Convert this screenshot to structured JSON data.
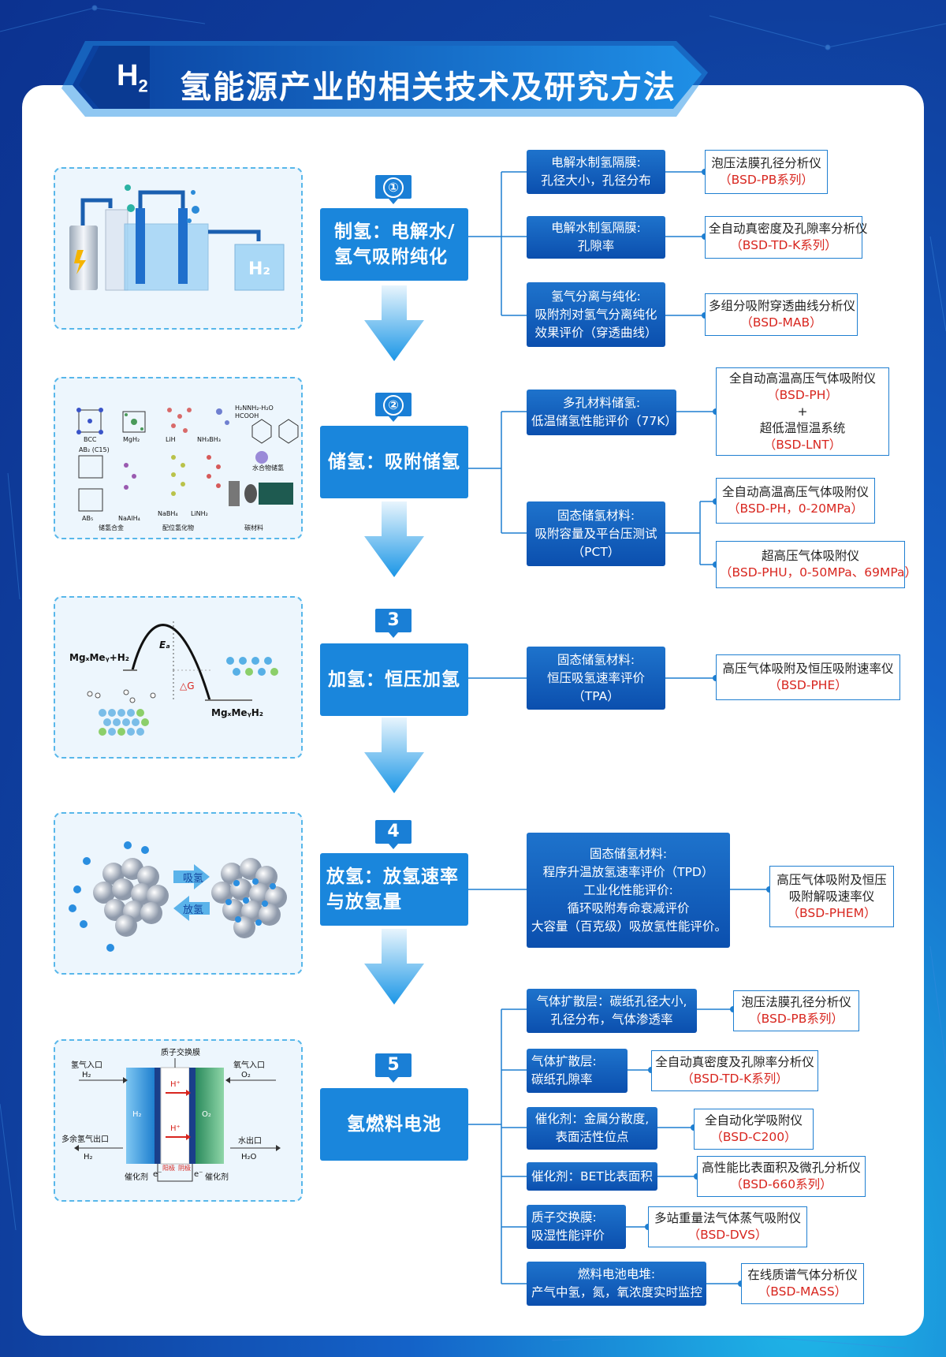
{
  "header": {
    "h2_mark_main": "H",
    "h2_mark_sub": "2",
    "title": "氢能源产业的相关技术及研究方法"
  },
  "colors": {
    "accent": "#1a86dc",
    "dark_blue": "#0b4fae",
    "model_red": "#d8261f"
  },
  "steps": [
    {
      "num": "①",
      "stage_lines": [
        "制氢：电解水/",
        "氢气吸附纯化"
      ]
    },
    {
      "num": "②",
      "stage_lines": [
        "储氢：吸附储氢"
      ]
    },
    {
      "num": "3",
      "stage_lines": [
        "加氢：恒压加氢"
      ]
    },
    {
      "num": "4",
      "stage_lines": [
        "放氢：放氢速率",
        "与放氢量"
      ]
    },
    {
      "num": "5",
      "stage_lines": [
        "氢燃料电池"
      ]
    }
  ],
  "illustrations": {
    "electrolysis": {
      "h2_label": "H₂"
    },
    "storage": {
      "labels": [
        "BCC",
        "MgH₂",
        "LiH",
        "NH₃BH₃",
        "H₂NNH₂-H₂O",
        "HCOOH",
        "AB₂ (C15)",
        "水合物储氢",
        "AB₅",
        "NaAlH₄",
        "NaBH₄",
        "LiNH₂",
        "储氢合金",
        "配位氢化物",
        "碳材料"
      ]
    },
    "energy": {
      "left": "MgₓMeᵧ+H₂",
      "ea": "Eₐ",
      "dg": "△G",
      "right": "MgₓMeᵧH₂"
    },
    "release": {
      "absorb": "吸氢",
      "release": "放氢"
    },
    "fuel_cell": {
      "membrane": "质子交换膜",
      "h2_in": "氢气入口",
      "h2_in_f": "H₂",
      "o2_in": "氧气入口",
      "o2_in_f": "O₂",
      "h2_out": "多余氢气出口",
      "h2_out_f": "H₂",
      "water_out": "水出口",
      "water_f": "H₂O",
      "cat_l": "催化剂",
      "cat_r": "催化剂",
      "anode": "阳极",
      "cathode": "阴极",
      "h_plus": "H⁺",
      "e_minus": "e⁻",
      "h2": "H₂",
      "o2": "O₂"
    }
  },
  "topics": [
    {
      "lines": [
        "电解水制氢隔膜:",
        "孔径大小，孔径分布"
      ]
    },
    {
      "lines": [
        "电解水制氢隔膜:",
        "孔隙率"
      ]
    },
    {
      "lines": [
        "氢气分离与纯化:",
        "吸附剂对氢气分离纯化",
        "效果评价（穿透曲线）"
      ]
    },
    {
      "lines": [
        "多孔材料储氢:",
        "低温储氢性能评价（77K）"
      ]
    },
    {
      "lines": [
        "固态储氢材料:",
        "吸附容量及平台压测试",
        "（PCT）"
      ]
    },
    {
      "lines": [
        "固态储氢材料:",
        "恒压吸氢速率评价",
        "（TPA）"
      ]
    },
    {
      "lines": [
        "固态储氢材料:",
        "程序升温放氢速率评价（TPD）",
        "工业化性能评价:",
        "循环吸附寿命衰减评价",
        "大容量（百克级）吸放氢性能评价。"
      ]
    },
    {
      "lines": [
        "气体扩散层：碳纸孔径大小,",
        "孔径分布，气体渗透率"
      ]
    },
    {
      "lines": [
        "气体扩散层:",
        "碳纸孔隙率"
      ]
    },
    {
      "lines": [
        "催化剂：金属分散度,",
        "表面活性位点"
      ]
    },
    {
      "lines": [
        "催化剂：BET比表面积"
      ]
    },
    {
      "lines": [
        "质子交换膜:",
        "吸湿性能评价"
      ]
    },
    {
      "lines": [
        "燃料电池电堆:",
        "产气中氢，氮，氧浓度实时监控"
      ]
    }
  ],
  "instruments": [
    {
      "name": "泡压法膜孔径分析仪",
      "model": "（BSD-PB系列）"
    },
    {
      "name": "全自动真密度及孔隙率分析仪",
      "model": "（BSD-TD-K系列）"
    },
    {
      "name": "多组分吸附穿透曲线分析仪",
      "model": "（BSD-MAB）"
    },
    {
      "name": "全自动高温高压气体吸附仪",
      "model": "（BSD-PH）",
      "plus": "+",
      "name2": "超低温恒温系统",
      "model2": "（BSD-LNT）"
    },
    {
      "name": "全自动高温高压气体吸附仪",
      "model": "（BSD-PH，0-20MPa）"
    },
    {
      "name": "超高压气体吸附仪",
      "model": "（BSD-PHU，0-50MPa、69MPa）"
    },
    {
      "name": "高压气体吸附及恒压吸附速率仪",
      "model": "（BSD-PHE）"
    },
    {
      "name": "高压气体吸附及恒压",
      "name2": "吸附解吸速率仪",
      "model": "（BSD-PHEM）"
    },
    {
      "name": "泡压法膜孔径分析仪",
      "model": "（BSD-PB系列）"
    },
    {
      "name": "全自动真密度及孔隙率分析仪",
      "model": "（BSD-TD-K系列）"
    },
    {
      "name": "全自动化学吸附仪",
      "model": "（BSD-C200）"
    },
    {
      "name": "高性能比表面积及微孔分析仪",
      "model": "（BSD-660系列）"
    },
    {
      "name": "多站重量法气体蒸气吸附仪",
      "model": "（BSD-DVS）"
    },
    {
      "name": "在线质谱气体分析仪",
      "model": "（BSD-MASS）"
    }
  ]
}
